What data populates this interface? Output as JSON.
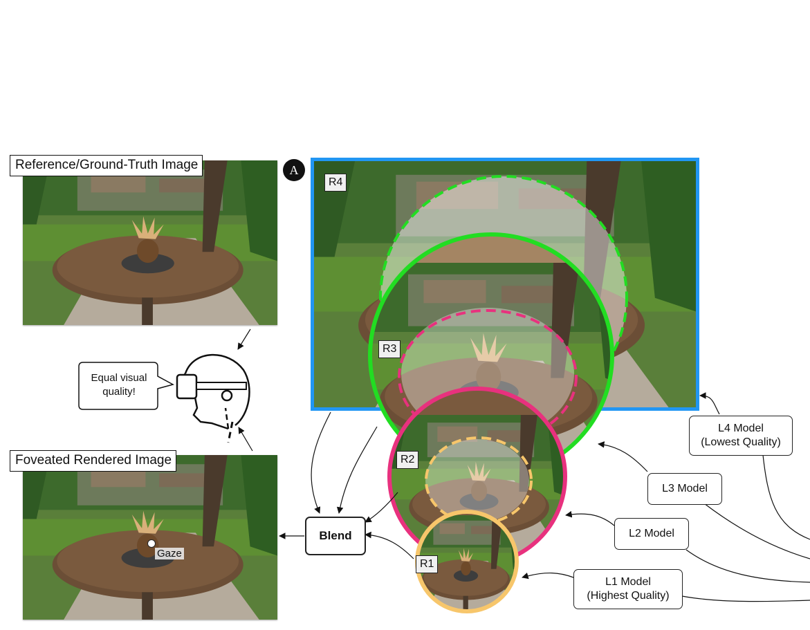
{
  "panel_marker": "A",
  "reference": {
    "title": "Reference/Ground-Truth Image"
  },
  "foveated": {
    "title": "Foveated Rendered Image",
    "gaze_label": "Gaze"
  },
  "viewer": {
    "bubble_text_line1": "Equal visual",
    "bubble_text_line2": "quality!"
  },
  "regions": {
    "r1": "R1",
    "r2": "R2",
    "r3": "R3",
    "r4": "R4"
  },
  "blend": {
    "label": "Blend"
  },
  "models": {
    "l1": {
      "line1": "L1 Model",
      "line2": "(Highest Quality)"
    },
    "l2": {
      "line1": "L2 Model"
    },
    "l3": {
      "line1": "L3 Model"
    },
    "l4": {
      "line1": "L4 Model",
      "line2": "(Lowest Quality)"
    }
  },
  "colors": {
    "r4_frame": "#2196f3",
    "r3_ring": "#22dd22",
    "r2_ring": "#e8317e",
    "r1_ring": "#f7c66b",
    "grass": "#4f8a2e",
    "path_stone": "#b5ab9c",
    "table_wood": "#6b4e36",
    "tree_trunk": "#4a3a2c"
  }
}
